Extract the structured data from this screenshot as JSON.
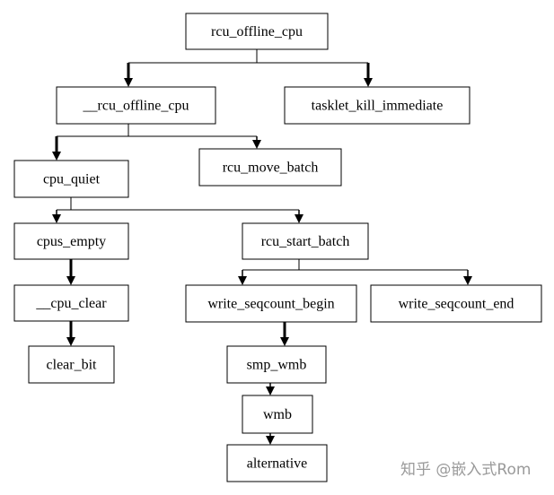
{
  "nodes": [
    {
      "id": "rcu_offline_cpu",
      "label": "rcu_offline_cpu"
    },
    {
      "id": "__rcu_offline_cpu",
      "label": "__rcu_offline_cpu"
    },
    {
      "id": "tasklet_kill_immediate",
      "label": "tasklet_kill_immediate"
    },
    {
      "id": "cpu_quiet",
      "label": "cpu_quiet"
    },
    {
      "id": "rcu_move_batch",
      "label": "rcu_move_batch"
    },
    {
      "id": "cpus_empty",
      "label": "cpus_empty"
    },
    {
      "id": "rcu_start_batch",
      "label": "rcu_start_batch"
    },
    {
      "id": "__cpu_clear",
      "label": "__cpu_clear"
    },
    {
      "id": "write_seqcount_begin",
      "label": "write_seqcount_begin"
    },
    {
      "id": "write_seqcount_end",
      "label": "write_seqcount_end"
    },
    {
      "id": "clear_bit",
      "label": "clear_bit"
    },
    {
      "id": "smp_wmb",
      "label": "smp_wmb"
    },
    {
      "id": "wmb",
      "label": "wmb"
    },
    {
      "id": "alternative",
      "label": "alternative"
    }
  ],
  "edges": [
    {
      "from": "rcu_offline_cpu",
      "to": [
        "__rcu_offline_cpu",
        "tasklet_kill_immediate"
      ]
    },
    {
      "from": "__rcu_offline_cpu",
      "to": [
        "cpu_quiet",
        "rcu_move_batch"
      ]
    },
    {
      "from": "cpu_quiet",
      "to": [
        "cpus_empty",
        "rcu_start_batch"
      ]
    },
    {
      "from": "cpus_empty",
      "to": [
        "__cpu_clear"
      ]
    },
    {
      "from": "__cpu_clear",
      "to": [
        "clear_bit"
      ]
    },
    {
      "from": "rcu_start_batch",
      "to": [
        "write_seqcount_begin",
        "write_seqcount_end"
      ]
    },
    {
      "from": "write_seqcount_begin",
      "to": [
        "smp_wmb"
      ]
    },
    {
      "from": "smp_wmb",
      "to": [
        "wmb"
      ]
    },
    {
      "from": "wmb",
      "to": [
        "alternative"
      ]
    }
  ],
  "watermark": "知乎 @嵌入式Rom",
  "colors": {
    "line": "#000000",
    "box_border": "#000000",
    "background": "#ffffff",
    "watermark": "#9a9a9a"
  }
}
